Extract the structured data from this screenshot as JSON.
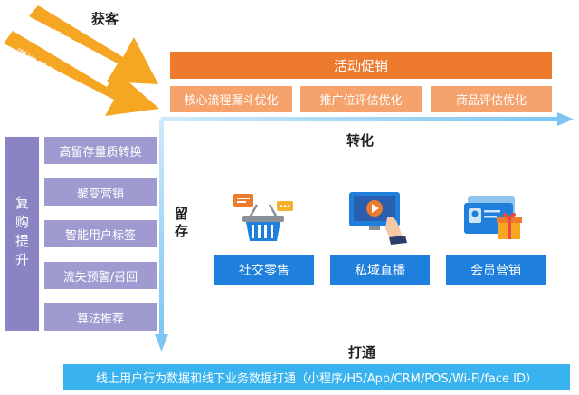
{
  "acquire": {
    "title": "获客",
    "items": [
      "低成本获客",
      "渠道质量评估优化"
    ]
  },
  "convert": {
    "banner": "活动促销",
    "subs": [
      "核心流程漏斗优化",
      "推广位评估优化",
      "商品评估优化"
    ],
    "axis_label": "转化"
  },
  "retain": {
    "column_label": "复购提升",
    "axis_label": "留存",
    "items": [
      "高留存量质转换",
      "聚变营销",
      "智能用户标签",
      "流失预警/召回",
      "算法推荐"
    ]
  },
  "channels": {
    "items": [
      {
        "label": "社交零售",
        "icon": "shopping-basket-icon"
      },
      {
        "label": "私域直播",
        "icon": "live-stream-icon"
      },
      {
        "label": "会员营销",
        "icon": "member-card-icon"
      }
    ]
  },
  "connect": {
    "title": "打通",
    "bar": "线上用户行为数据和线下业务数据打通（小程序/H5/App/CRM/POS/Wi-Fi/face ID）"
  }
}
